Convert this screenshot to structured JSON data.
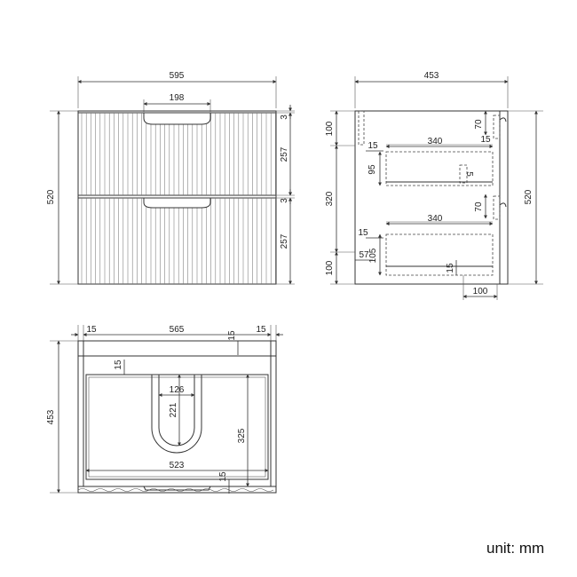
{
  "unit_label": "unit: mm",
  "front_view": {
    "width": "595",
    "handle_width": "198",
    "height": "520",
    "gap_top": "3",
    "drawer_top": "257",
    "gap_middle": "3",
    "drawer_bottom": "257"
  },
  "side_view": {
    "depth": "453",
    "height": "520",
    "top_offset": "100",
    "inner_height": "320",
    "bottom_offset": "100",
    "upper_handle": "70",
    "upper_side_gap": "15",
    "upper_drawer_depth": "340",
    "upper_back_gap": "15",
    "upper_drawer_height": "95",
    "upper_base": "5",
    "lower_handle": "70",
    "lower_side_gap": "15",
    "lower_drawer_depth": "340",
    "lower_drawer_height": "105",
    "lower_base_offset": "57",
    "lower_base": "15",
    "back_offset": "100"
  },
  "top_view": {
    "left_side": "15",
    "inner_width": "565",
    "back_panel": "15",
    "right_side": "15",
    "depth": "453",
    "inner_back": "15",
    "cutout_width": "126",
    "cutout_depth": "221",
    "side_to_cutout": "325",
    "drawer_width": "523",
    "front_gap": "15"
  }
}
